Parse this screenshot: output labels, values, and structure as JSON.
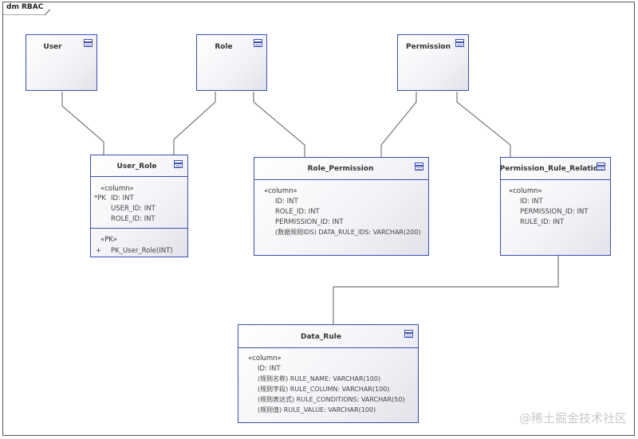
{
  "diagram": {
    "label": "dm RBAC"
  },
  "entities": {
    "user": {
      "name": "User"
    },
    "role": {
      "name": "Role"
    },
    "permission": {
      "name": "Permission"
    },
    "user_role": {
      "name": "User_Role",
      "column_stereotype": "«column»",
      "columns": [
        "ID: INT",
        "USER_ID: INT",
        "ROLE_ID: INT"
      ],
      "pk_marker": "*PK",
      "op_stereotype": "«PK»",
      "op_marker": "+",
      "operations": [
        "PK_User_Role(INT)"
      ]
    },
    "role_permission": {
      "name": "Role_Permission",
      "column_stereotype": "«column»",
      "columns": [
        "ID: INT",
        "ROLE_ID: INT",
        "PERMISSION_ID: INT",
        "(数据规则IDS) DATA_RULE_IDS: VARCHAR(200)"
      ]
    },
    "permission_rule_relation": {
      "name": "Permission_Rule_Relation",
      "column_stereotype": "«column»",
      "columns": [
        "ID: INT",
        "PERMISSION_ID: INT",
        "RULE_ID: INT"
      ]
    },
    "data_rule": {
      "name": "Data_Rule",
      "column_stereotype": "«column»",
      "columns": [
        "ID: INT",
        "(规则名称) RULE_NAME: VARCHAR(100)",
        "(规则字段) RULE_COLUMN: VARCHAR(100)",
        "(规则表达式) RULE_CONDITIONS: VARCHAR(50)",
        "(规则值) RULE_VALUE: VARCHAR(100)"
      ]
    }
  },
  "watermark": "@稀土掘金技术社区",
  "colors": {
    "border": "#3a4fb4",
    "connector": "#777777"
  }
}
